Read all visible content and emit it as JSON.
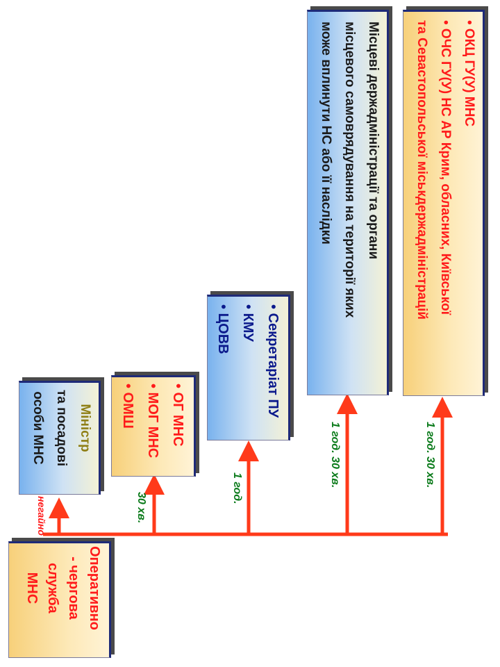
{
  "source_box": {
    "lines": [
      "Оперативно",
      "- чергова",
      "служба",
      "МНС"
    ]
  },
  "immediate_label": "негайно",
  "targets": [
    {
      "id": "minister",
      "lines": [
        "Міністр",
        "та посадові",
        "особи МНС"
      ],
      "time": ""
    },
    {
      "id": "og",
      "lines": [
        "• ОГ МНС",
        "• МОГ МНС",
        "• ОМШ"
      ],
      "time": "30 хв."
    },
    {
      "id": "secretariat",
      "lines": [
        "• Секретаріат ПУ",
        "• КМУ",
        "• ЦОВВ"
      ],
      "time": "1 год."
    },
    {
      "id": "local",
      "lines": [
        "Місцеві держадміністрації та органи",
        "місцевого самоврядування на території яких",
        "може вплинути НС або її наслідки"
      ],
      "time": "1 год. 30 хв."
    },
    {
      "id": "regional",
      "lines": [
        "• ОКЦ ГУ(У) МНС",
        "• ОЧС ГУ(У) НС АР Крим, обласних, Київської",
        "та Севастопольської міськдержадміністрацій"
      ],
      "time": "1 год. 30 хв."
    }
  ]
}
